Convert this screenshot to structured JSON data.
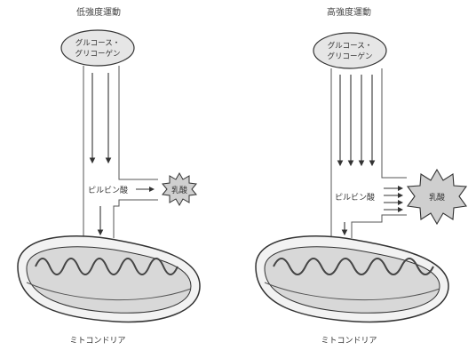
{
  "panels": [
    {
      "title": "低強度運動",
      "source": {
        "line1": "グルコース・",
        "line2": "グリコーゲン"
      },
      "intermediate": "ピルビン酸",
      "product": "乳酸",
      "organelle": "ミトコンドリア"
    },
    {
      "title": "高強度運動",
      "source": {
        "line1": "グルコース・",
        "line2": "グリコーゲン"
      },
      "intermediate": "ピルビン酸",
      "product": "乳酸",
      "organelle": "ミトコンドリア"
    }
  ]
}
